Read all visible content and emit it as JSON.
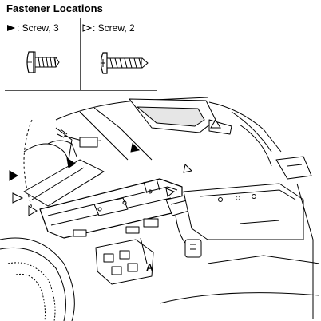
{
  "title": "Fastener Locations",
  "legend": {
    "filled": {
      "label": ": Screw, 3",
      "icon": "filled-triangle-icon"
    },
    "outline": {
      "label": ": Screw, 2",
      "icon": "outline-triangle-icon"
    }
  },
  "callout": "A"
}
